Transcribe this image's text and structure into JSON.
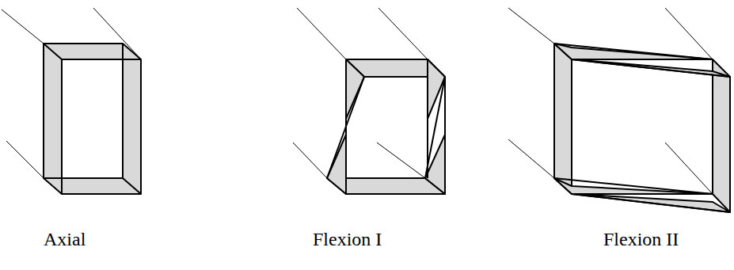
{
  "diagram": {
    "labels": [
      "Axial",
      "Flexion I",
      "Flexion II"
    ]
  }
}
